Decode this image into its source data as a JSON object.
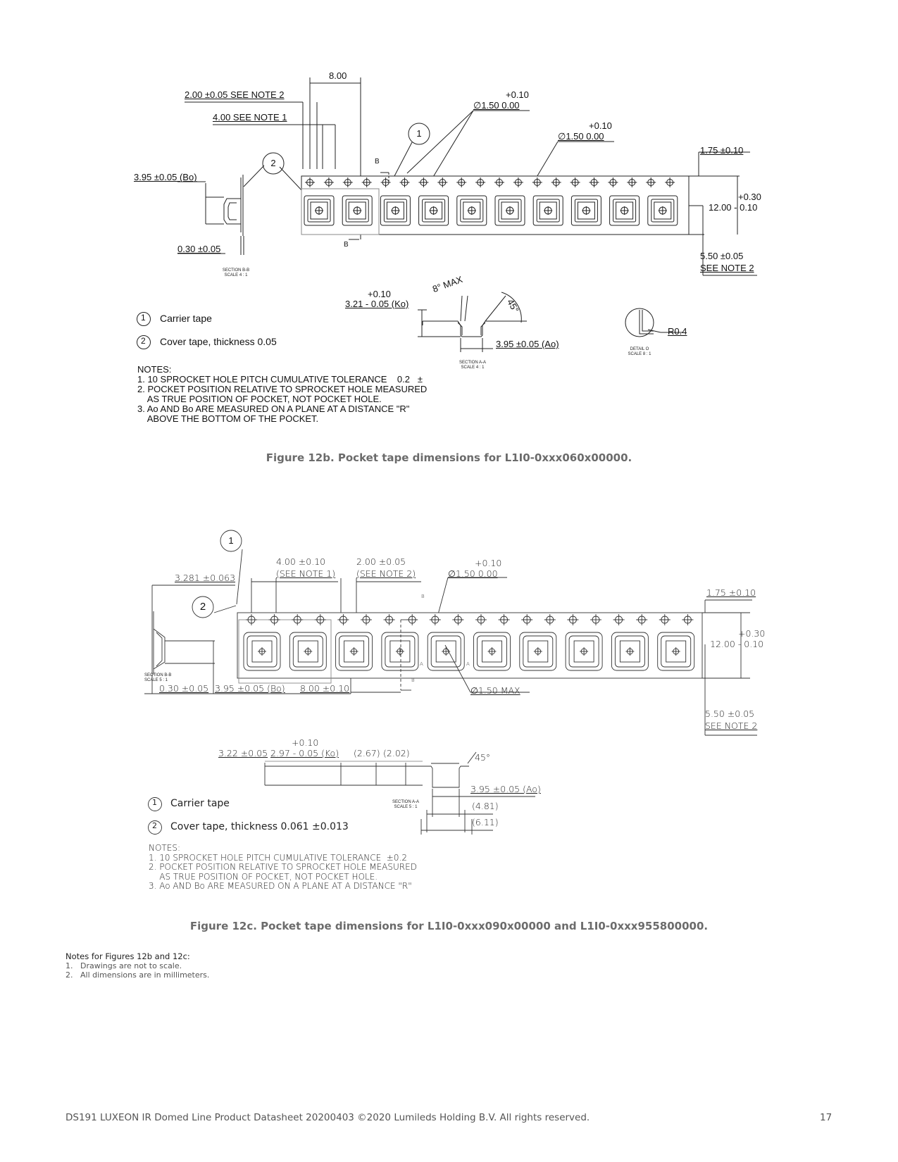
{
  "fig12b": {
    "pitch": "8.00",
    "hole_pitch": "2.00 ±0.05 SEE NOTE 2",
    "pocket_pitch": "4.00 SEE NOTE 1",
    "hole_dia_a_tol": "+0.10",
    "hole_dia_a": "∅1.50   0.00",
    "hole_dia_b_tol": "+0.10",
    "hole_dia_b": "∅1.50   0.00",
    "edge_offset": "1.75 ±0.10",
    "width_tol": "+0.30",
    "width": "12.00  - 0.10",
    "center_offset": "5.50 ±0.05",
    "center_note": "SEE NOTE 2",
    "bo": "3.95 ±0.05 (Bo)",
    "thickness": "0.30 ±0.05",
    "section_bb": [
      "SECTION B-B",
      "SCALE 4 : 1"
    ],
    "b_mark": "B",
    "ko_tol": "+0.10",
    "ko": "3.21  - 0.05  (Ko)",
    "draft": "8° MAX",
    "angle": "45°",
    "ao": "3.95 ±0.05 (Ao)",
    "section_aa": [
      "SECTION A-A",
      "SCALE 4 : 1"
    ],
    "radius": "R0.4",
    "detail": [
      "DETAIL O",
      "SCALE 8 : 1"
    ],
    "callout_1": "1",
    "callout_2": "2",
    "legend": [
      {
        "num": "1",
        "text": "Carrier tape"
      },
      {
        "num": "2",
        "text": "Cover tape, thickness 0.05"
      }
    ],
    "notes": [
      "NOTES:",
      "1. 10 SPROCKET HOLE PITCH CUMULATIVE TOLERANCE    0.2   ±",
      "2. POCKET POSITION RELATIVE TO SPROCKET HOLE MEASURED",
      "    AS TRUE POSITION OF POCKET, NOT POCKET HOLE.",
      "3. Ao AND Bo ARE MEASURED ON A PLANE AT A DISTANCE \"R\"",
      "    ABOVE THE BOTTOM OF THE POCKET."
    ],
    "caption": "Figure 12b. Pocket tape dimensions for L1I0-0xxx060x00000."
  },
  "fig12c": {
    "callout_1": "1",
    "callout_2": "2",
    "pocket_pitch": "4.00 ±0.10",
    "pocket_pitch_note": "(SEE NOTE 1)",
    "hole_pitch": "2.00 ±0.05",
    "hole_pitch_note": "(SEE NOTE 2)",
    "hole_dia_tol": "+0.10",
    "hole_dia": "∅1.50   0.00",
    "overall": "3.281 ±0.063",
    "edge_offset": "1.75 ±0.10",
    "width_tol": "+0.30",
    "width": "12.00  - 0.10",
    "section_bb": [
      "SECTION B-B",
      "SCALE 5 : 1"
    ],
    "thickness": "0.30 ±0.05",
    "bo": "3.95 ±0.05 (Bo)",
    "pitch": "8.00 ±0.10",
    "pocket_hole": "∅1.50 MAX",
    "center_offset": "5.50 ±0.05",
    "center_note": "SEE NOTE 2",
    "ko_outer": "3.22 ±0.05",
    "ko_tol": "+0.10",
    "ko": "2.97  - 0.05 (Ko)",
    "ref_a": "2.67",
    "ref_b": "2.02",
    "angle": "45°",
    "ao": "3.95 ±0.05 (Ao)",
    "ref_c": "4.81",
    "ref_d": "6.11",
    "section_aa": [
      "SECTION A-A",
      "SCALE 5 : 1"
    ],
    "b_mark": "B",
    "a_mark": "A",
    "legend": [
      {
        "num": "1",
        "text": "Carrier tape"
      },
      {
        "num": "2",
        "text": "Cover tape, thickness 0.061 ±0.013"
      }
    ],
    "notes": [
      "NOTES:",
      "1. 10 SPROCKET HOLE PITCH CUMULATIVE TOLERANCE  ±0.2",
      "2. POCKET POSITION RELATIVE TO SPROCKET HOLE MEASURED",
      "    AS TRUE POSITION OF POCKET, NOT POCKET HOLE.",
      "3. Ao AND Bo ARE MEASURED ON A PLANE AT A DISTANCE \"R\""
    ],
    "caption": "Figure 12c. Pocket tape dimensions for L1I0-0xxx090x00000 and L1I0-0xxx955800000."
  },
  "figure_notes": {
    "title": "Notes for Figures 12b and 12c:",
    "items": [
      "1.   Drawings are not to scale.",
      "2.   All dimensions are in millimeters."
    ]
  },
  "footer": {
    "text": "DS191 LUXEON IR Domed Line Product Datasheet  20200403 ©2020 Lumileds Holding B.V. All rights reserved.",
    "page": "17"
  }
}
